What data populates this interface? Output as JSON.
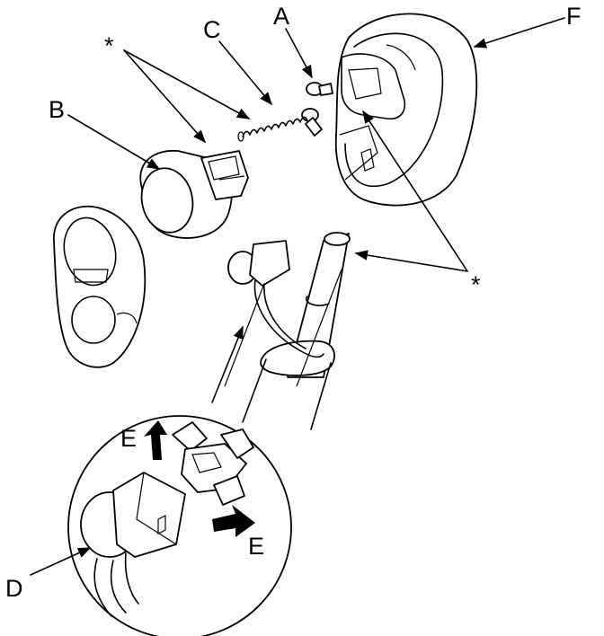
{
  "labels": {
    "a": "A",
    "b": "B",
    "c": "C",
    "d": "D",
    "e_upper": "E",
    "e_lower": "E",
    "f": "F",
    "asterisk_upper": "*",
    "asterisk_right": "*"
  }
}
